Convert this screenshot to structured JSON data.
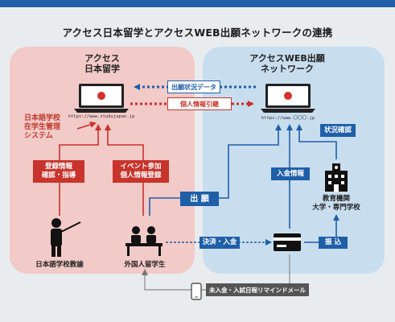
{
  "title": "アクセス日本留学とアクセスWEB出願ネットワークの連携",
  "left_panel": {
    "heading_line1": "アクセス",
    "heading_line2": "日本留学",
    "url": "https://www.studyjapan.jp",
    "system_line1": "日本語学校",
    "system_line2": "在学生管理",
    "system_line3": "システム"
  },
  "right_panel": {
    "heading_line1": "アクセスWEB出願",
    "heading_line2": "ネットワーク",
    "url": "https://www.〇〇〇.jp"
  },
  "arrows": {
    "status_data": "出願状況データ",
    "personal_info": "個人情報引継",
    "registration_line1": "登録情報",
    "registration_line2": "確認・指導",
    "event_line1": "イベント参加",
    "event_line2": "個人情報登録",
    "application": "出 願",
    "payment_info": "入金情報",
    "status_check": "状況確認",
    "settlement": "決済・入金",
    "transfer": "振 込",
    "reminder": "未入金・入試日程リマインドメール"
  },
  "actors": {
    "teacher": "日本語学校教諭",
    "student": "外国人留学生",
    "institution_line1": "教育機関",
    "institution_line2": "大学・専門学校"
  },
  "colors": {
    "red": "#c8332b",
    "blue": "#1f5fa8",
    "left_panel": "#f2c7c4",
    "right_panel": "#c4dcef"
  }
}
